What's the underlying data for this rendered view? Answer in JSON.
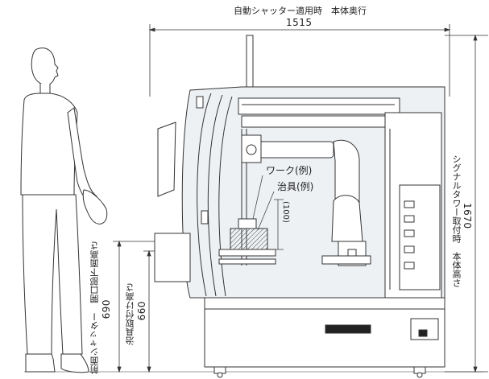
{
  "header": {
    "caption": "自動シャッター適用時　本体奥行",
    "depth_value": "1515"
  },
  "labels": {
    "work": "ワーク(例)",
    "jig": "治具(例)",
    "hundred": "(100)"
  },
  "dimensions": {
    "signal_tower_label": "シグナルタワー取付時　本体高さ",
    "signal_tower_value": "1670",
    "front_shutter_label": "前面シャッター　開口部下面高さ",
    "front_shutter_value": "690",
    "jig_mount_label": "治具取付け高さ",
    "jig_mount_value": "660"
  },
  "colors": {
    "line": "#333333",
    "fill": "#eef1f4",
    "dark": "#222222"
  }
}
